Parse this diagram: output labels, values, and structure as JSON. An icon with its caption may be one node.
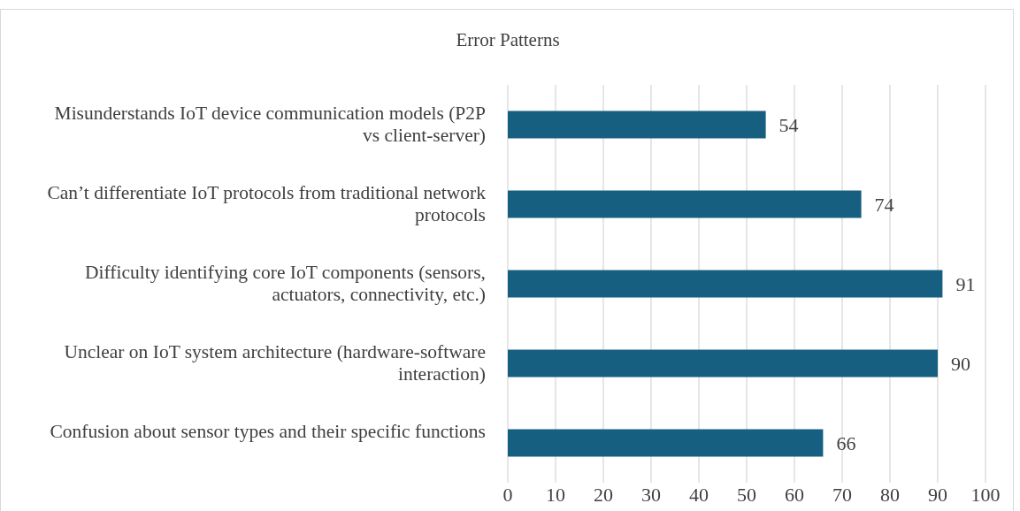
{
  "diagram": {
    "chart_data": {
      "type": "bar",
      "title": "Error Patterns",
      "orientation": "horizontal",
      "data_labels": true,
      "categories": [
        "Misunderstands IoT device communication models (P2P vs client-server)",
        "Can’t differentiate IoT protocols from traditional network protocols",
        "Difficulty identifying core IoT components (sensors, actuators, connectivity, etc.)",
        "Unclear on IoT system architecture (hardware-software interaction)",
        "Confusion about sensor types and their specific functions"
      ],
      "series": [
        {
          "color": "#175f80",
          "values": [
            54,
            74,
            91,
            90,
            66
          ]
        }
      ],
      "xlim": [
        0,
        100
      ],
      "grid": true,
      "xticks": [
        0,
        10,
        20,
        30,
        40,
        50,
        60,
        70,
        80,
        90,
        100
      ]
    }
  }
}
